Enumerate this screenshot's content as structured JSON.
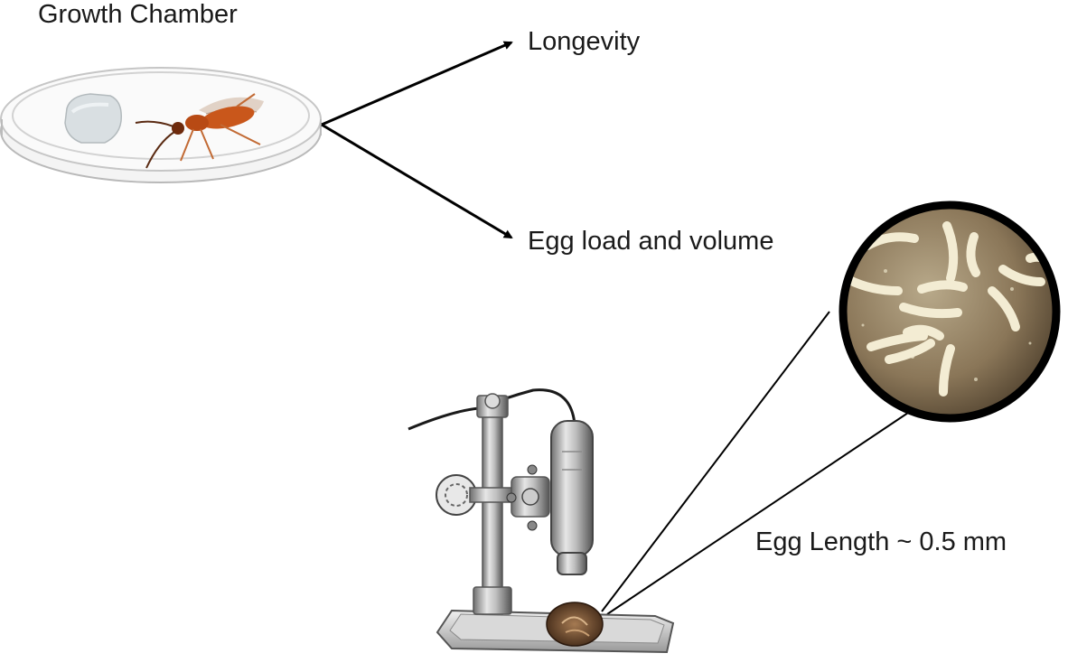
{
  "title": "Growth Chamber",
  "outcomes": {
    "longevity": "Longevity",
    "egg_load": "Egg load and volume"
  },
  "measurement": "Egg Length ~ 0.5 mm",
  "icons": {
    "dish": "petri-dish-icon",
    "cotton": "cotton-icon",
    "insect": "wasp-icon",
    "microscope": "digital-microscope-icon",
    "sample": "host-sample-icon",
    "magnifier": "egg-magnified-inset"
  },
  "colors": {
    "arrow": "#000000",
    "wasp_body": "#c9571b",
    "inset_bg": "#8a7658",
    "egg": "#f3ecd3"
  }
}
